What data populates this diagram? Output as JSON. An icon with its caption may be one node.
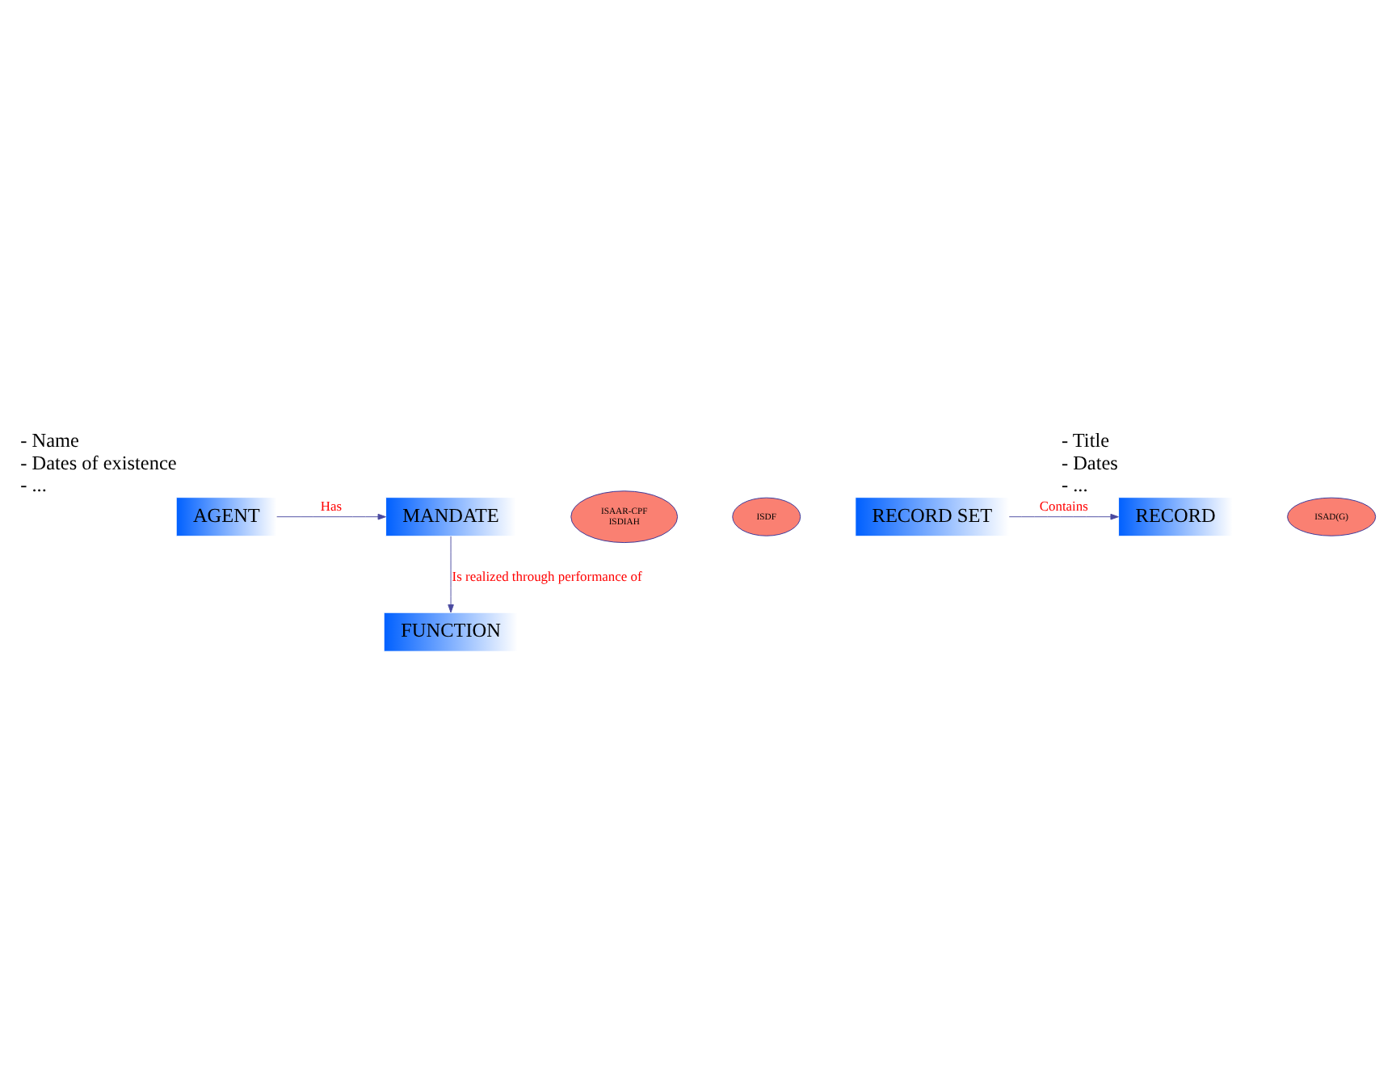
{
  "diagram": {
    "nodes": [
      {
        "text": [
          "AGENT"
        ],
        "beside": [
          "- Name",
          "- Dates of existence",
          "- ..."
        ]
      },
      {
        "text": [
          "MANDATE"
        ]
      },
      {
        "text": [
          "ISAAR-CPF",
          "ISDIAH"
        ]
      },
      {
        "text": [
          "FUNCTION"
        ]
      },
      {
        "text": [
          "ISDF"
        ]
      },
      {
        "text": [
          "RECORD"
        ],
        "beside": [
          "- Title",
          "- Dates",
          "- ..."
        ]
      },
      {
        "text": [
          "ISAD(G)"
        ]
      },
      {
        "text": [
          "RECORD SET"
        ]
      }
    ],
    "edges": [
      {
        "from": 0,
        "to": 1,
        "arrow": "to",
        "label": "Has"
      },
      {
        "from": 1,
        "to": 3,
        "arrow": "to",
        "label": "Is realized through performance of"
      },
      {
        "from": 7,
        "to": 5,
        "arrow": "to",
        "label": "Contains"
      }
    ]
  }
}
